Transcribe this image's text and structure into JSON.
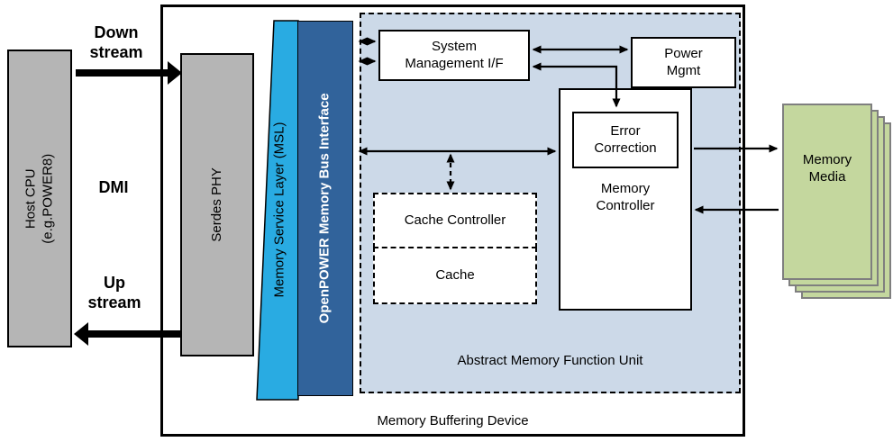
{
  "diagram": {
    "device_label": "Memory Buffering Device",
    "amfu_label": "Abstract Memory Function Unit"
  },
  "nodes": {
    "host_cpu": "Host CPU\n(e.g.POWER8)",
    "serdes_phy": "Serdes PHY",
    "msl": "Memory Service Layer (MSL)",
    "openpower_bus": "OpenPOWER Memory Bus Interface",
    "sys_mgmt": "System\nManagement I/F",
    "power_mgmt": "Power\nMgmt",
    "memory_controller": "Memory\nController",
    "error_correction": "Error\nCorrection",
    "cache_controller": "Cache Controller",
    "cache": "Cache",
    "memory_media": "Memory\nMedia"
  },
  "link_labels": {
    "downstream": "Down\nstream",
    "dmi": "DMI",
    "upstream": "Up\nstream"
  },
  "colors": {
    "box_gray": "#b5b5b5",
    "msl_cyan": "#29abe2",
    "bus_blue": "#31639b",
    "amfu_fill": "#ccd9e8",
    "media_green": "#c4d79e",
    "media_border": "#7f7f7f",
    "box_white": "#ffffff",
    "line_black": "#000000"
  }
}
